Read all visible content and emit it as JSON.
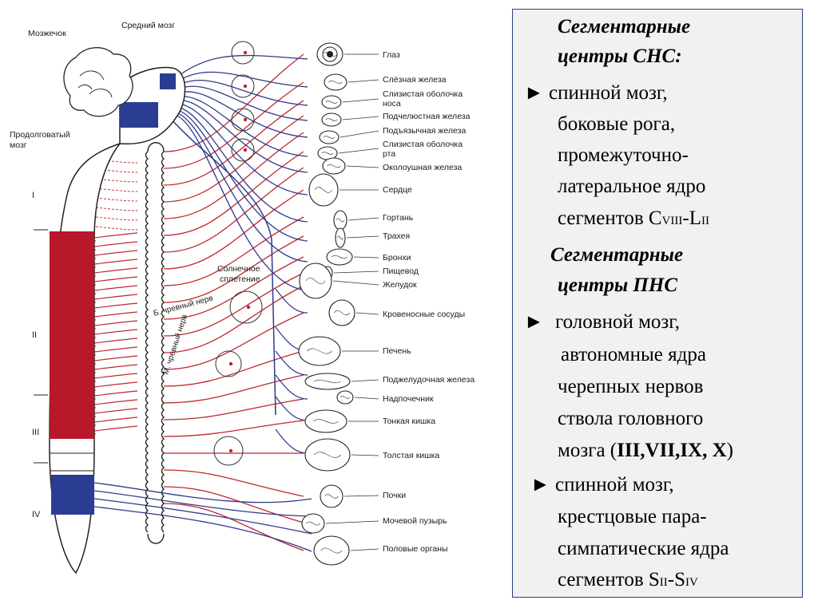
{
  "diagram": {
    "labels": {
      "cerebellum": "Мозжечок",
      "midbrain": "Средний мозг",
      "medulla_1": "Продолговатый",
      "medulla_2": "мозг",
      "solar_1": "Солнечное",
      "solar_2": "сплетение",
      "greater_nerve": "Б. чревный нерв",
      "lesser_nerve": "М. чревный нерв"
    },
    "regions": [
      "I",
      "II",
      "III",
      "IV"
    ],
    "organs": [
      "Глаз",
      "Слёзная железа",
      "Слизистая оболочка",
      "носа",
      "Подчелюстная железа",
      "Подъязычная железа",
      "Слизистая оболочка",
      "рта",
      "Околоушная железа",
      "Сердце",
      "Гортань",
      "Трахея",
      "Бронхи",
      "Пищевод",
      "Желудок",
      "Кровеносные сосуды",
      "Печень",
      "Поджелудочная железа",
      "Надпочечник",
      "Тонкая кишка",
      "Толстая кишка",
      "Почки",
      "Мочевой пузырь",
      "Половые органы"
    ],
    "colors": {
      "sympathetic": "#c0272d",
      "parasympathetic": "#2e3a8c",
      "outline": "#222222"
    }
  },
  "text": {
    "sns_heading_1": "Сегментарные",
    "sns_heading_2": "центры СНС:",
    "bullet": "►",
    "sns_line_1": "спинной мозг,",
    "sns_line_2": "боковые рога,",
    "sns_line_3": "промежуточно-",
    "sns_line_4": "латеральное ядро",
    "sns_line_5_a": "сегментов C",
    "sns_line_5_b": "VIII",
    "sns_line_5_c": "-L",
    "sns_line_5_d": "II",
    "pns_heading_1": "Сегментарные",
    "pns_heading_2": "центры ПНС",
    "pns_line_1": "головной мозг,",
    "pns_line_2": "автономные ядра",
    "pns_line_3": "черепных нервов",
    "pns_line_4": "ствола головного",
    "pns_line_5_a": "мозга (",
    "pns_line_5_b": "III,VII,IX, X",
    "pns_line_5_c": ")",
    "pns_line_6": "спинной мозг,",
    "pns_line_7": "крестцовые пара-",
    "pns_line_8": "симпатические ядра",
    "pns_line_9_a": "сегментов S",
    "pns_line_9_b": "II",
    "pns_line_9_c": "-S",
    "pns_line_9_d": "IV"
  }
}
